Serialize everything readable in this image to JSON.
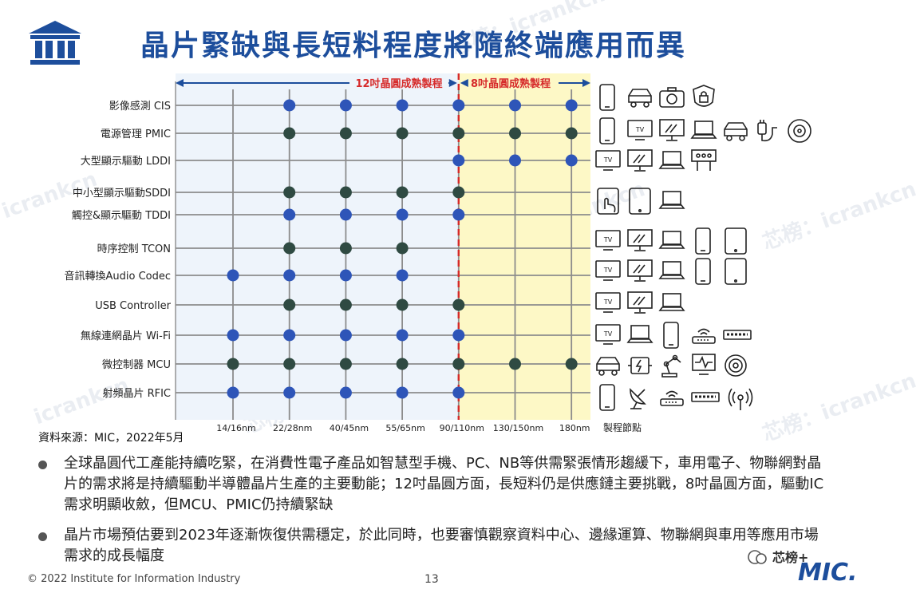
{
  "title": "晶片緊缺與長短料程度將隨終端應用而異",
  "chart_data": {
    "type": "scatter",
    "x_categories": [
      "14/16nm",
      "22/28nm",
      "40/45nm",
      "55/65nm",
      "90/110nm",
      "130/150nm",
      "180nm"
    ],
    "x_axis_label": "製程節點",
    "regions": [
      {
        "label": "12吋晶圓成熟製程",
        "from": "14/16nm",
        "to": "90/110nm",
        "color": "#eef4fb"
      },
      {
        "label": "8吋晶圓成熟製程",
        "from": "90/110nm",
        "to": "180nm",
        "color": "#fdf8c6"
      }
    ],
    "colors": {
      "blue": "#2e55b8",
      "dark": "#2f4a42",
      "accent_red": "#d62a2a",
      "region_label": "#d62a2a"
    },
    "rows": [
      {
        "label": "影像感測 CIS",
        "points": [
          {
            "x": "22/28nm",
            "c": "blue"
          },
          {
            "x": "40/45nm",
            "c": "blue"
          },
          {
            "x": "55/65nm",
            "c": "blue"
          },
          {
            "x": "90/110nm",
            "c": "blue"
          },
          {
            "x": "130/150nm",
            "c": "blue"
          },
          {
            "x": "180nm",
            "c": "blue"
          }
        ],
        "icons": [
          "smartphone-icon",
          "car-icon",
          "camera-icon",
          "security-camera-icon"
        ]
      },
      {
        "label": "電源管理 PMIC",
        "points": [
          {
            "x": "22/28nm",
            "c": "dark"
          },
          {
            "x": "40/45nm",
            "c": "dark"
          },
          {
            "x": "55/65nm",
            "c": "dark"
          },
          {
            "x": "90/110nm",
            "c": "dark"
          },
          {
            "x": "130/150nm",
            "c": "dark"
          },
          {
            "x": "180nm",
            "c": "dark"
          }
        ],
        "icons": [
          "smartphone-icon",
          "tv-icon",
          "monitor-icon",
          "laptop-icon",
          "car-icon",
          "charger-icon",
          "robot-vacuum-icon"
        ]
      },
      {
        "label": "大型顯示驅動 LDDI",
        "points": [
          {
            "x": "90/110nm",
            "c": "blue"
          },
          {
            "x": "130/150nm",
            "c": "blue"
          },
          {
            "x": "180nm",
            "c": "blue"
          }
        ],
        "icons": [
          "tv-icon",
          "monitor-icon",
          "laptop-icon",
          "billboard-icon"
        ]
      },
      {
        "label": "中小型顯示驅動SDDI",
        "points": [
          {
            "x": "22/28nm",
            "c": "dark"
          },
          {
            "x": "40/45nm",
            "c": "dark"
          },
          {
            "x": "55/65nm",
            "c": "dark"
          },
          {
            "x": "90/110nm",
            "c": "dark"
          }
        ],
        "icons": [
          "touch-tablet-icon",
          "tablet-icon",
          "laptop-icon"
        ]
      },
      {
        "label": "觸控&顯示驅動 TDDI",
        "points": [
          {
            "x": "22/28nm",
            "c": "blue"
          },
          {
            "x": "40/45nm",
            "c": "blue"
          },
          {
            "x": "55/65nm",
            "c": "blue"
          },
          {
            "x": "90/110nm",
            "c": "blue"
          }
        ],
        "icons": []
      },
      {
        "label": "時序控制 TCON",
        "points": [
          {
            "x": "22/28nm",
            "c": "dark"
          },
          {
            "x": "40/45nm",
            "c": "dark"
          },
          {
            "x": "55/65nm",
            "c": "dark"
          }
        ],
        "icons": [
          "tv-icon",
          "monitor-icon",
          "laptop-icon",
          "smartphone-icon",
          "tablet-icon"
        ]
      },
      {
        "label": "音訊轉換Audio Codec",
        "points": [
          {
            "x": "14/16nm",
            "c": "blue"
          },
          {
            "x": "22/28nm",
            "c": "blue"
          },
          {
            "x": "40/45nm",
            "c": "blue"
          },
          {
            "x": "55/65nm",
            "c": "blue"
          }
        ],
        "icons": [
          "tv-icon",
          "monitor-icon",
          "laptop-icon",
          "smartphone-icon",
          "tablet-icon"
        ]
      },
      {
        "label": "USB Controller",
        "points": [
          {
            "x": "22/28nm",
            "c": "dark"
          },
          {
            "x": "40/45nm",
            "c": "dark"
          },
          {
            "x": "55/65nm",
            "c": "dark"
          },
          {
            "x": "90/110nm",
            "c": "dark"
          }
        ],
        "icons": [
          "tv-icon",
          "monitor-icon",
          "laptop-icon"
        ]
      },
      {
        "label": "無線連網晶片 Wi-Fi",
        "points": [
          {
            "x": "14/16nm",
            "c": "blue"
          },
          {
            "x": "22/28nm",
            "c": "blue"
          },
          {
            "x": "40/45nm",
            "c": "blue"
          },
          {
            "x": "55/65nm",
            "c": "blue"
          },
          {
            "x": "90/110nm",
            "c": "blue"
          }
        ],
        "icons": [
          "tv-icon",
          "laptop-icon",
          "smartphone-icon",
          "router-icon",
          "switch-icon"
        ]
      },
      {
        "label": "微控制器 MCU",
        "points": [
          {
            "x": "14/16nm",
            "c": "dark"
          },
          {
            "x": "22/28nm",
            "c": "dark"
          },
          {
            "x": "40/45nm",
            "c": "dark"
          },
          {
            "x": "55/65nm",
            "c": "dark"
          },
          {
            "x": "90/110nm",
            "c": "dark"
          },
          {
            "x": "130/150nm",
            "c": "dark"
          },
          {
            "x": "180nm",
            "c": "dark"
          }
        ],
        "icons": [
          "car-icon",
          "motor-icon",
          "robot-arm-icon",
          "health-monitor-icon",
          "iot-icon"
        ]
      },
      {
        "label": "射頻晶片 RFIC",
        "points": [
          {
            "x": "14/16nm",
            "c": "blue"
          },
          {
            "x": "22/28nm",
            "c": "blue"
          },
          {
            "x": "40/45nm",
            "c": "blue"
          },
          {
            "x": "55/65nm",
            "c": "blue"
          },
          {
            "x": "90/110nm",
            "c": "blue"
          }
        ],
        "icons": [
          "smartphone-icon",
          "satellite-dish-icon",
          "router-icon",
          "switch-icon",
          "wireless-icon"
        ]
      }
    ]
  },
  "source": "資料來源：MIC，2022年5月",
  "bullets": [
    "全球晶圓代工產能持續吃緊，在消費性電子產品如智慧型手機、PC、NB等供需緊張情形趨緩下，車用電子、物聯網對晶片的需求將是持續驅動半導體晶片生產的主要動能；12吋晶圓方面，長短料仍是供應鏈主要挑戰，8吋晶圓方面，驅動IC需求明顯收斂，但MCU、PMIC仍持續緊缺",
    "晶片市場預估要到2023年逐漸恢復供需穩定，於此同時，也要審慎觀察資料中心、邊緣運算、物聯網與車用等應用市場需求的成長幅度"
  ],
  "footer": "© 2022 Institute for Information Industry",
  "page_number": "13",
  "brand": "MIC.",
  "wechat_label": "芯榜+",
  "watermarks": [
    "icrankcn",
    "芯榜：icrankcn"
  ]
}
